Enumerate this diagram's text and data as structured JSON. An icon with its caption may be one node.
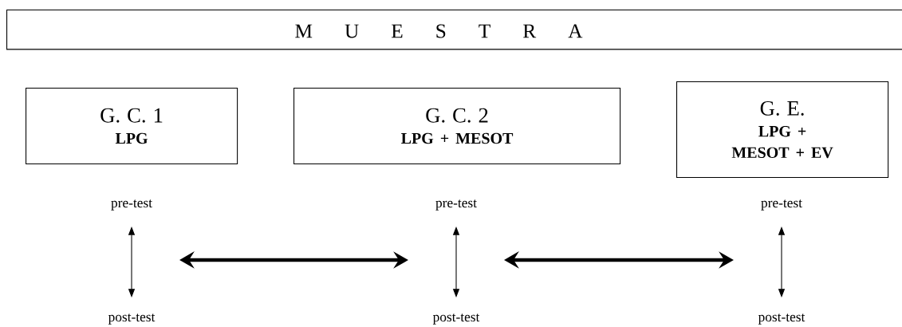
{
  "diagram": {
    "nodes": [
      {
        "text": [
          "M U E S T R A"
        ]
      },
      {
        "text": [
          "G. C. 1",
          "LPG"
        ]
      },
      {
        "text": [
          "G. C. 2",
          "LPG + MESOT"
        ]
      },
      {
        "text": [
          "G. E.",
          "LPG + MESOT + EV"
        ]
      },
      {
        "text": [
          "pre-test"
        ]
      },
      {
        "text": [
          "post-test"
        ]
      },
      {
        "text": [
          "pre-test"
        ]
      },
      {
        "text": [
          "post-test"
        ]
      },
      {
        "text": [
          "pre-test"
        ]
      },
      {
        "text": [
          "post-test"
        ]
      }
    ],
    "edges": [
      {
        "from": 4,
        "to": 5,
        "arrow": "both"
      },
      {
        "from": 6,
        "to": 7,
        "arrow": "both"
      },
      {
        "from": 8,
        "to": 9,
        "arrow": "both"
      }
    ]
  }
}
